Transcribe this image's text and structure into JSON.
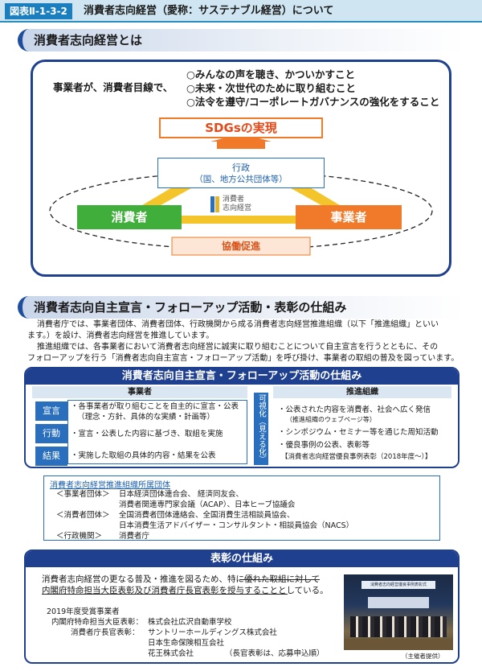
{
  "header": {
    "fig_tag": "図表Ⅱ-1-3-2",
    "title": "消費者志向経営（愛称：サステナブル経営）について"
  },
  "section1": {
    "heading": "消費者志向経営とは",
    "lead_left": "事業者が、消費者目線で、",
    "lead_points": [
      "○みんなの声を聴き、かついかすこと",
      "○未来・次世代のために取り組むこと",
      "○法令を遵守/コーポレートガバナンスの強化をすること"
    ],
    "sdgs": "SDGsの実現",
    "gov_line1": "行政",
    "gov_line2": "（国、地方公共団体等）",
    "logo_line1": "消費者",
    "logo_line2": "志向経営",
    "consumer": "消費者",
    "business": "事業者",
    "collab": "協働促進"
  },
  "section2": {
    "heading": "消費者志向自主宣言・フォローアップ活動・表彰の仕組み",
    "para1_line1": "消費者庁では、事業者団体、消費者団体、行政機関から成る消費者志向経営推進組織（以下「推進組織」といい",
    "para1_line2": "ます。）を設け、消費者志向経営を推進しています。",
    "para2_line1": "推進組織では、各事業者において消費者志向経営に誠実に取り組むことについて自主宣言を行うとともに、その",
    "para2_line2": "フォローアップを行う「消費者志向自主宣言・フォローアップ活動」を呼び掛け、事業者の取組の普及を図っています。"
  },
  "mechanism": {
    "title": "消費者志向自主宣言・フォローアップ活動の仕組み",
    "business_head": "事業者",
    "org_head": "推進組織",
    "steps": [
      {
        "label": "宣言",
        "line1": "・各事業者が取り組むことを自主的に宣言・公表",
        "line2": "（理念・方針、具体的な実績・計画等）"
      },
      {
        "label": "行動",
        "line1": "・宣言・公表した内容に基づき、取組を実施",
        "line2": ""
      },
      {
        "label": "結果",
        "line1": "・実施した取組の具体的内容・結果を公表",
        "line2": ""
      }
    ],
    "visible_label": "可視化（見える化）",
    "org_items": [
      "・公表された内容を消費者、社会へ広く発信",
      "（推進組織のウェブページ等）",
      "・シンポジウム・セミナー等を通じた周知活動",
      "・優良事例の公表、表彰等",
      "【消費者志向経営優良事例表彰（2018年度～）】"
    ]
  },
  "members": {
    "title": "消費者志向経営推進組織所属団体",
    "rows": [
      {
        "label": "＜事業者団体＞",
        "line1": "日本経済団体連合会、 経済同友会、",
        "line2": "消費者関連専門家会議（ACAP）、日本ヒーブ協議会"
      },
      {
        "label": "＜消費者団体＞",
        "line1": "全国消費者団体連絡会、全国消費生活相談員協会、",
        "line2": "日本消費生活アドバイザー・コンサルタント・相談員協会（NACS）"
      },
      {
        "label": "＜行政機関＞",
        "line1": "消費者庁",
        "line2": ""
      }
    ]
  },
  "award": {
    "title": "表彰の仕組み",
    "desc_line1": "消費者志向経営の更なる普及・推進を図るため、特に優れた取組に対して",
    "desc_line2": "内閣府特命担当大臣表彰及び消費者庁長官表彰を授与することとしている。",
    "year_title": "2019年度受賞事業者",
    "minister_label": "内閣府特命担当大臣表彰：",
    "minister_value": "株式会社広沢自動車学校",
    "director_label": "消費者庁長官表彰：",
    "director_values": [
      "サントリーホールディングス株式会社",
      "日本生命保険相互会社"
    ],
    "kao": "花王株式会社",
    "kao_note": "（長官表彰は、応募申込順）",
    "photo_caption": "（主催者提供）",
    "photo_banner": "消費者志向経営優良事例表彰式"
  },
  "colors": {
    "navy": "#1f3f8f",
    "orange": "#f07a2a",
    "green": "#3fae3a",
    "blue": "#2a6fbe"
  }
}
